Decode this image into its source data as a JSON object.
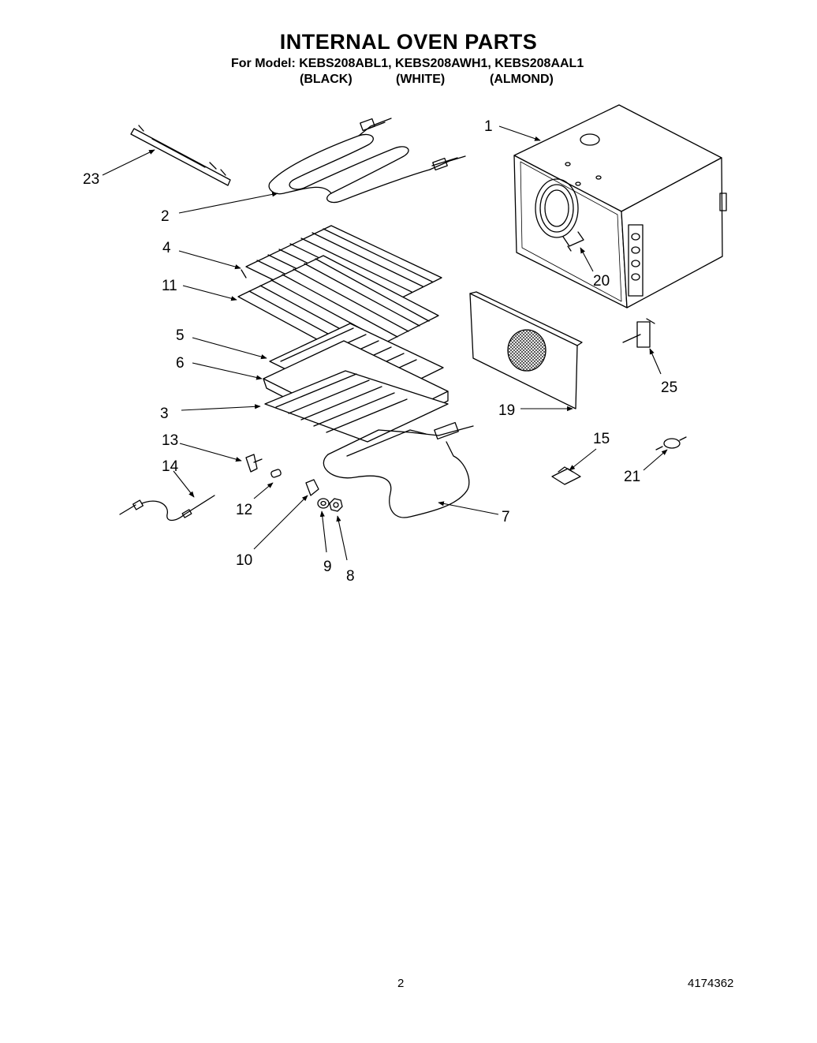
{
  "header": {
    "title": "INTERNAL OVEN PARTS",
    "model_line": "For Model: KEBS208ABL1, KEBS208AWH1, KEBS208AAL1",
    "colors": [
      "(BLACK)",
      "(WHITE)",
      "(ALMOND)"
    ]
  },
  "callouts": [
    "1",
    "2",
    "3",
    "4",
    "5",
    "6",
    "7",
    "8",
    "9",
    "10",
    "11",
    "12",
    "13",
    "14",
    "15",
    "19",
    "20",
    "21",
    "23",
    "25"
  ],
  "footer": {
    "page_number": "2",
    "doc_number": "4174362"
  }
}
